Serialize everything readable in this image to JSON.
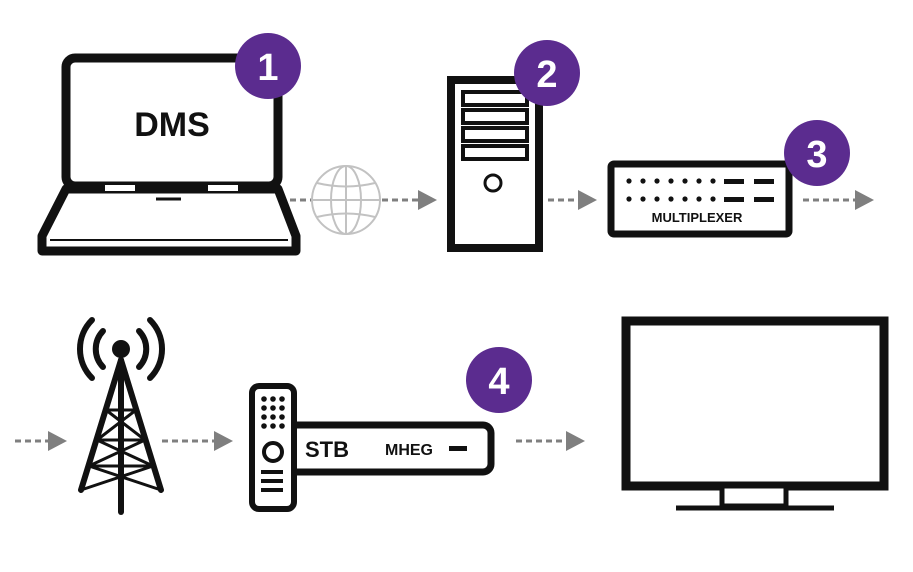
{
  "laptop": {
    "screen_label": "DMS",
    "icon": "laptop-icon"
  },
  "server": {
    "icon": "server-tower-icon"
  },
  "multiplexer": {
    "label": "MULTIPLEXER",
    "icon": "multiplexer-icon"
  },
  "stb": {
    "label": "STB",
    "mheg_label": "MHEG",
    "icon": "set-top-box-icon"
  },
  "remote": {
    "icon": "remote-control-icon"
  },
  "tower": {
    "icon": "broadcast-tower-icon"
  },
  "tv": {
    "icon": "television-icon"
  },
  "globe": {
    "icon": "globe-icon"
  },
  "badges": [
    {
      "number": "1"
    },
    {
      "number": "2"
    },
    {
      "number": "3"
    },
    {
      "number": "4"
    }
  ],
  "colors": {
    "badge": "#5b2c8f",
    "badge_text": "#ffffff",
    "device_stroke": "#111111",
    "arrow": "#7f7f7f",
    "globe": "#c2c2c2"
  }
}
